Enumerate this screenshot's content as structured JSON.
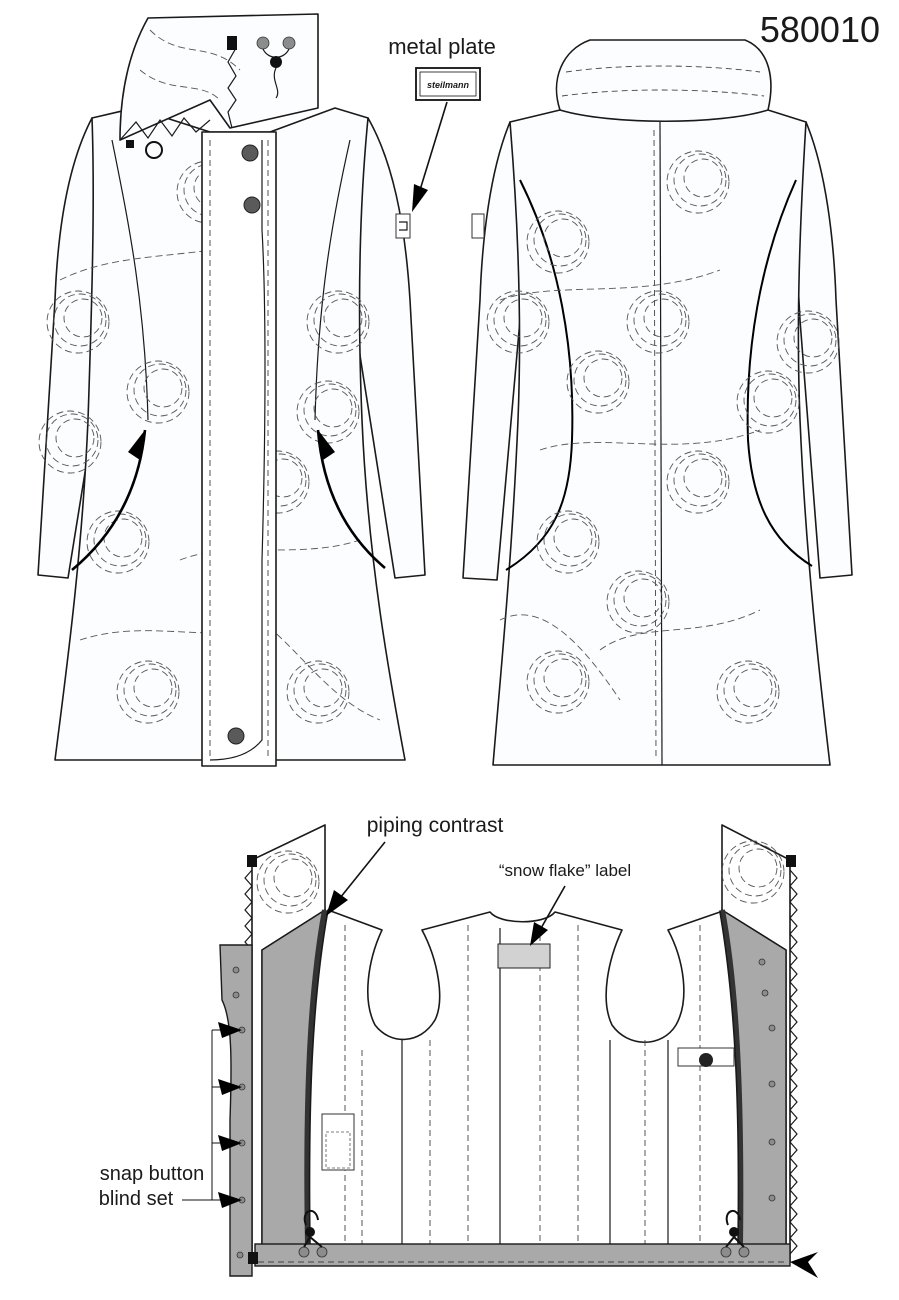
{
  "style_number": "580010",
  "labels": {
    "metal_plate": "metal plate",
    "metal_plate_brand": "steilmann",
    "piping_contrast": "piping contrast",
    "snow_flake_label": "“snow flake” label",
    "snap_button_line1": "snap button",
    "snap_button_line2": "blind set"
  }
}
